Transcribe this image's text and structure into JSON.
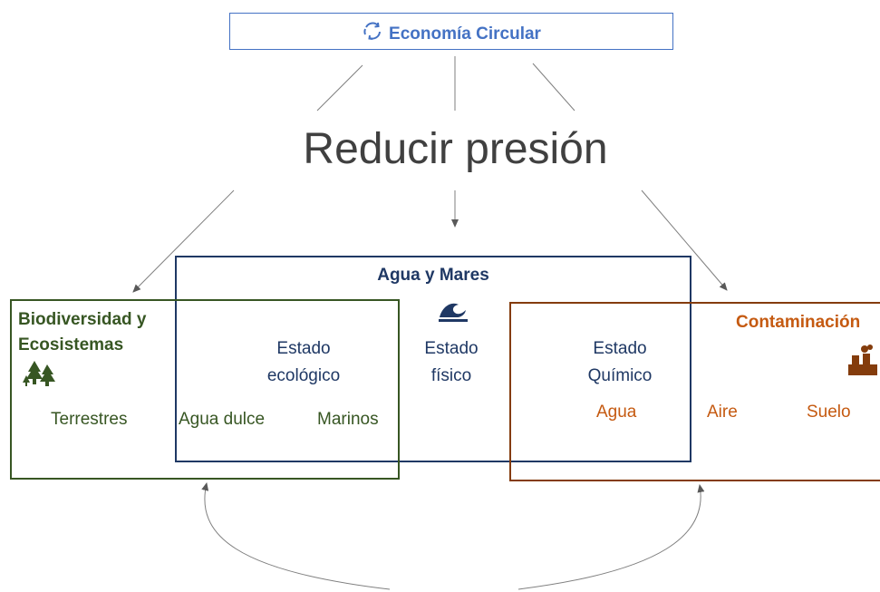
{
  "title_box": {
    "label": "Economía Circular",
    "icon": "recycle-icon",
    "color": "#4472C4"
  },
  "main_text": "Reducir presión",
  "water": {
    "title": "Agua y Mares",
    "icon": "wave-icon",
    "color": "#1F3864",
    "ecological": [
      "Estado",
      "ecológico"
    ],
    "physical": [
      "Estado",
      "físico"
    ],
    "chemical": [
      "Estado",
      "Químico"
    ]
  },
  "biodiversity": {
    "title_line1": "Biodiversidad y",
    "title_line2": "Ecosistemas",
    "icon": "trees-icon",
    "color": "#375623",
    "items": [
      "Terrestres",
      "Agua dulce",
      "Marinos"
    ]
  },
  "pollution": {
    "title": "Contaminación",
    "icon": "factory-icon",
    "color": "#843C0C",
    "items": [
      "Agua",
      "Aire",
      "Suelo"
    ]
  }
}
